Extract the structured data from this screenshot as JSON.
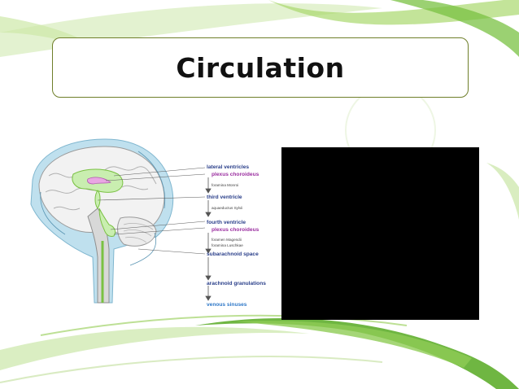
{
  "slide": {
    "title": "Circulation"
  },
  "diagram": {
    "steps": [
      {
        "label": "lateral ventricles",
        "kind": "primary"
      },
      {
        "label": "plexus choroideus",
        "kind": "plexus"
      },
      {
        "label": "foramina Monroi",
        "kind": "connector"
      },
      {
        "label": "third ventricle",
        "kind": "primary"
      },
      {
        "label": "aquaeductus Sylvii",
        "kind": "connector"
      },
      {
        "label": "fourth ventricle",
        "kind": "primary"
      },
      {
        "label": "plexus choroideus",
        "kind": "plexus"
      },
      {
        "label": "foramen Magendii",
        "kind": "connector"
      },
      {
        "label": "foramina Luschkae",
        "kind": "connector"
      },
      {
        "label": "subarachnoid space",
        "kind": "primary"
      },
      {
        "label": "arachnoid granulations",
        "kind": "primary"
      },
      {
        "label": "venous sinuses",
        "kind": "venous"
      }
    ]
  },
  "colors": {
    "primary_text": "#2a3f8a",
    "plexus_text": "#9b2fa0",
    "venous_text": "#2f78c8",
    "csf_blue": "#bfe0ee",
    "ventricle_green": "#c9eeb0",
    "accent_green": "#7ac143"
  }
}
